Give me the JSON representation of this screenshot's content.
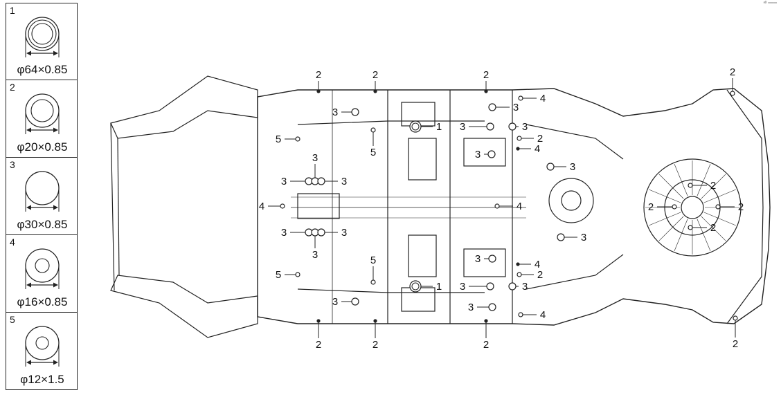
{
  "legend": [
    {
      "num": "1",
      "spec": "φ64×0.85",
      "icon": "double-ring-plug-icon"
    },
    {
      "num": "2",
      "spec": "φ20×0.85",
      "icon": "ring-plug-icon"
    },
    {
      "num": "3",
      "spec": "φ30×0.85",
      "icon": "flat-plug-icon"
    },
    {
      "num": "4",
      "spec": "φ16×0.85",
      "icon": "ring-plug-icon"
    },
    {
      "num": "5",
      "spec": "φ12×1.5",
      "icon": "ring-plug-icon"
    }
  ],
  "corner_mark": "ᵃᴰ ═══",
  "callouts": {
    "c1": "1",
    "c2": "2",
    "c3": "3",
    "c4": "4",
    "c5": "5"
  },
  "colors": {
    "line": "#222222",
    "background": "#ffffff"
  }
}
